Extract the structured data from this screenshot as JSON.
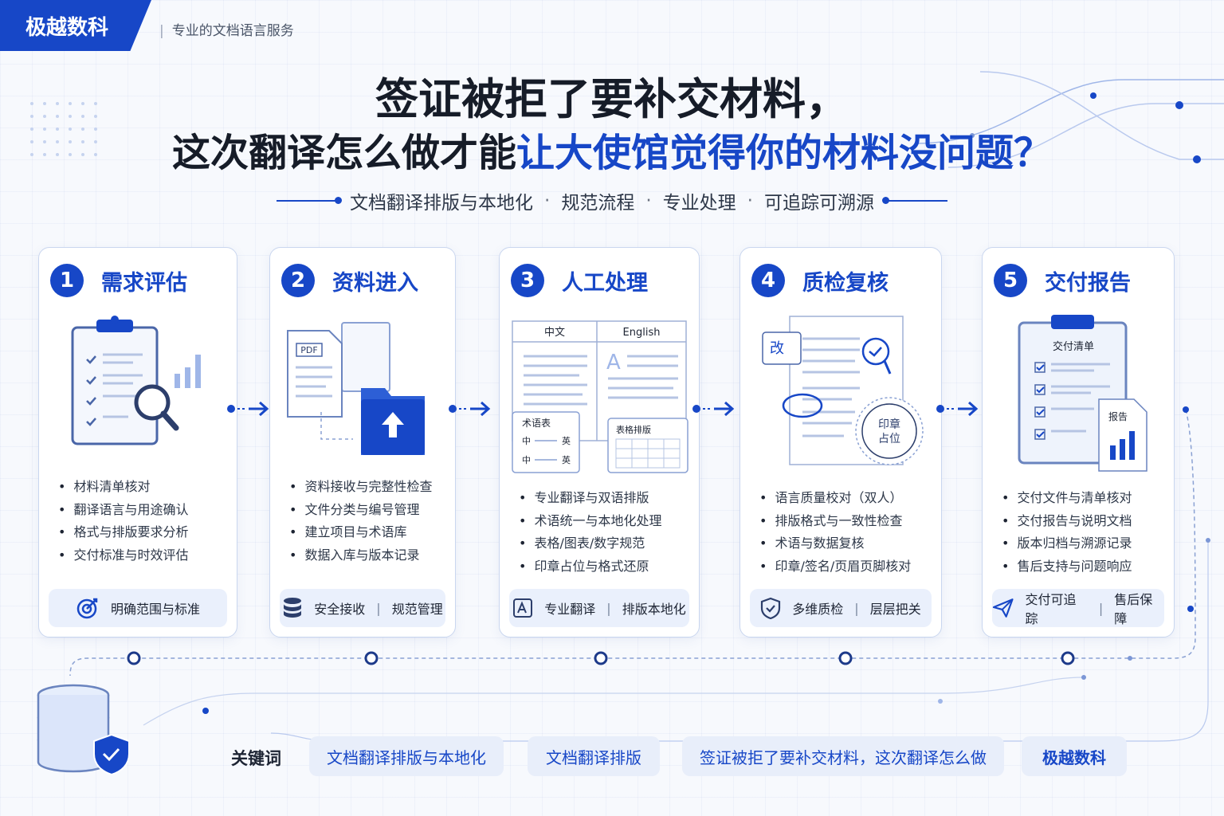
{
  "brand": "极越数科",
  "tagline": "专业的文档语言服务",
  "title_line1": "签证被拒了要补交材料，",
  "title_line2_prefix": "这次翻译怎么做才能",
  "title_line2_highlight": "让大使馆觉得你的材料没问题？",
  "subline": [
    "文档翻译排版与本地化",
    "规范流程",
    "专业处理",
    "可追踪可溯源"
  ],
  "subline_sep": "·",
  "steps": [
    {
      "num": "1",
      "title": "需求评估",
      "bullets": [
        "材料清单核对",
        "翻译语言与用途确认",
        "格式与排版要求分析",
        "交付标准与时效评估"
      ],
      "pill": [
        "明确范围与标准"
      ],
      "pill_icon": "target-icon"
    },
    {
      "num": "2",
      "title": "资料进入",
      "illus_label": "PDF",
      "bullets": [
        "资料接收与完整性检查",
        "文件分类与编号管理",
        "建立项目与术语库",
        "数据入库与版本记录"
      ],
      "pill": [
        "安全接收",
        "规范管理"
      ],
      "pill_icon": "database-icon"
    },
    {
      "num": "3",
      "title": "人工处理",
      "illus_labels": {
        "col_zh": "中文",
        "col_en": "English",
        "glyph_a": "A",
        "glossary": "术语表",
        "zh": "中",
        "en": "英",
        "table": "表格排版"
      },
      "bullets": [
        "专业翻译与双语排版",
        "术语统一与本地化处理",
        "表格/图表/数字规范",
        "印章占位与格式还原"
      ],
      "pill": [
        "专业翻译",
        "排版本地化"
      ],
      "pill_icon": "translate-icon"
    },
    {
      "num": "4",
      "title": "质检复核",
      "illus_labels": {
        "edit": "改",
        "seal_1": "印章",
        "seal_2": "占位"
      },
      "bullets": [
        "语言质量校对（双人）",
        "排版格式与一致性检查",
        "术语与数据复核",
        "印章/签名/页眉页脚核对"
      ],
      "pill": [
        "多维质检",
        "层层把关"
      ],
      "pill_icon": "shield-check-icon"
    },
    {
      "num": "5",
      "title": "交付报告",
      "illus_labels": {
        "checklist": "交付清单",
        "report": "报告"
      },
      "bullets": [
        "交付文件与清单核对",
        "交付报告与说明文档",
        "版本归档与溯源记录",
        "售后支持与问题响应"
      ],
      "pill": [
        "交付可追踪",
        "售后保障"
      ],
      "pill_icon": "send-icon"
    }
  ],
  "keywords_label": "关键词",
  "keywords": [
    "文档翻译排版与本地化",
    "文档翻译排版",
    "签证被拒了要补交材料，这次翻译怎么做",
    "极越数科"
  ],
  "colors": {
    "accent": "#1747c7",
    "light_accent": "#eaf0fc",
    "border": "#c9d6ef"
  }
}
